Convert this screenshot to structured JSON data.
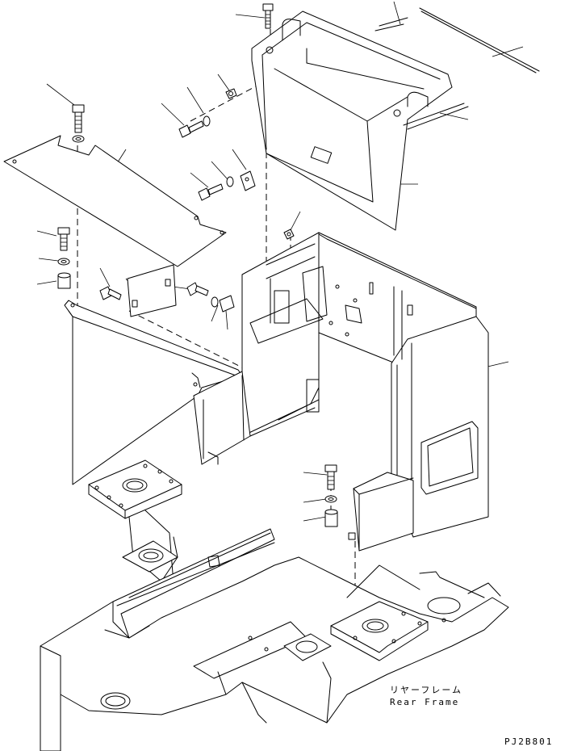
{
  "labels": {
    "rear_frame_jp": "リヤーフレーム",
    "rear_frame_en": "Rear Frame",
    "drawing_code": "PJ2B801"
  }
}
